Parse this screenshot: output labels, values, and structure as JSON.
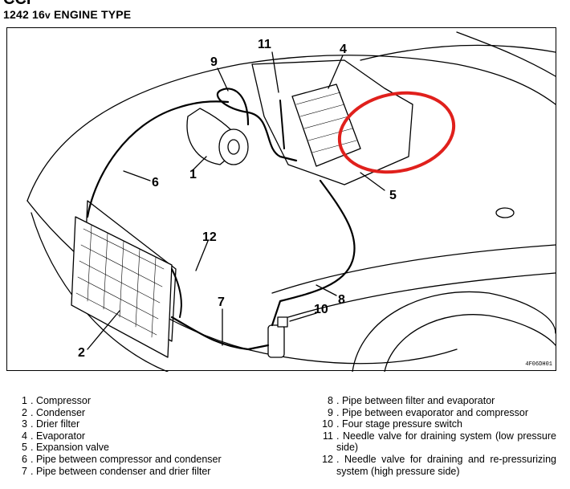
{
  "header": {
    "top_fragment": "CCF",
    "title_a": "1242 16",
    "title_v": "v",
    "title_b": " ENGINE TYPE"
  },
  "diagram": {
    "callouts": [
      "1",
      "2",
      "4",
      "5",
      "6",
      "7",
      "8",
      "9",
      "10",
      "11",
      "12"
    ],
    "figure_code": "4F06DH01",
    "highlight_color": "#e0201c"
  },
  "legend": {
    "left": [
      {
        "num": "1",
        "text": ". Compressor"
      },
      {
        "num": "2",
        "text": ". Condenser"
      },
      {
        "num": "3",
        "text": ". Drier filter"
      },
      {
        "num": "4",
        "text": ". Evaporator"
      },
      {
        "num": "5",
        "text": ". Expansion valve"
      },
      {
        "num": "6",
        "text": ". Pipe between compressor and condenser"
      },
      {
        "num": "7",
        "text": ". Pipe between condenser and drier filter"
      }
    ],
    "right": [
      {
        "num": "8",
        "text": ". Pipe between filter and evaporator"
      },
      {
        "num": "9",
        "text": ". Pipe between evaporator and compressor"
      },
      {
        "num": "10",
        "text": ". Four stage pressure switch"
      },
      {
        "num": "11",
        "text": ". Needle valve for draining system (low pressure side)"
      },
      {
        "num": "12",
        "text": ". Needle valve for draining and re-pressurizing system (high pressure side)"
      }
    ]
  }
}
